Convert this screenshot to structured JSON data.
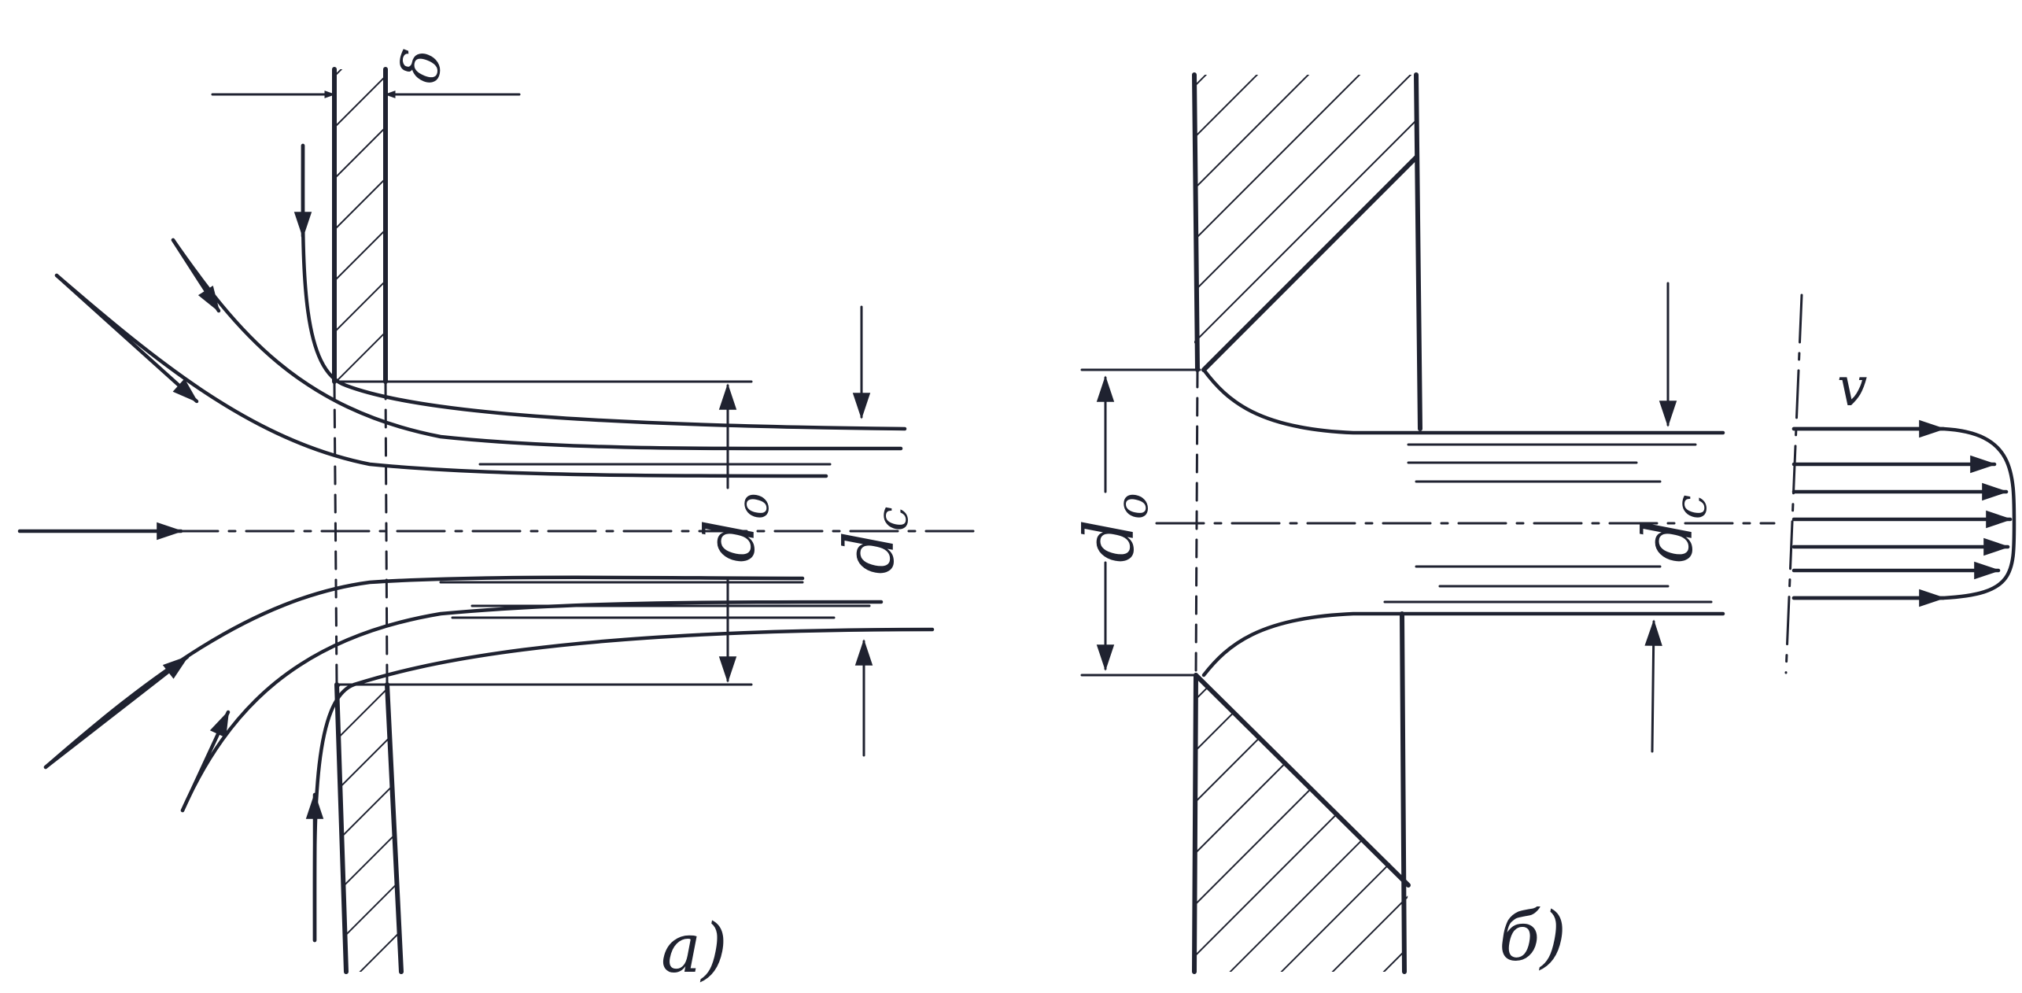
{
  "diagram": {
    "panel_a": {
      "caption": "а)",
      "wall_thickness_symbol": "δ",
      "orifice_diameter_label": "d",
      "orifice_diameter_sub": "o",
      "contraction_diameter_label": "d",
      "contraction_diameter_sub": "c"
    },
    "panel_b": {
      "caption": "б)",
      "orifice_diameter_label": "d",
      "orifice_diameter_sub": "o",
      "contraction_diameter_label": "d",
      "contraction_diameter_sub": "c",
      "velocity_label": "v"
    },
    "colors": {
      "ink": "#1f2230",
      "paper": "#ffffff"
    }
  }
}
